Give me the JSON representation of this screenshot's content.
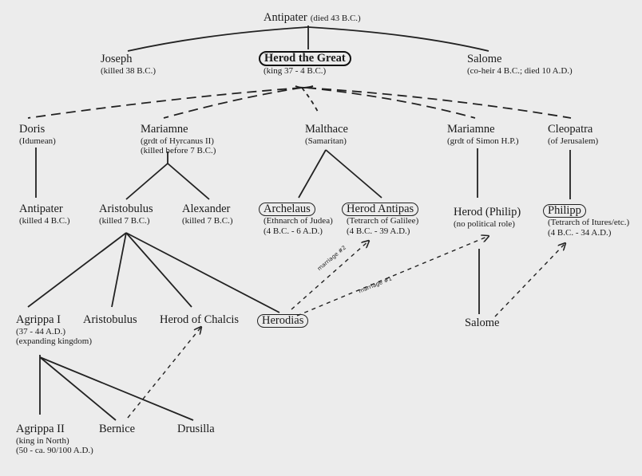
{
  "nodes": {
    "antipater_root": {
      "name": "Antipater",
      "detail": "(died 43 B.C.)"
    },
    "joseph": {
      "name": "Joseph",
      "detail": "(killed 38 B.C.)"
    },
    "herod_great": {
      "name": "Herod the Great",
      "detail": "(king 37 - 4 B.C.)"
    },
    "salome_elder": {
      "name": "Salome",
      "detail": "(co-heir 4 B.C.; died 10 A.D.)"
    },
    "doris": {
      "name": "Doris",
      "detail": "(Idumean)"
    },
    "mariamne1": {
      "name": "Mariamne",
      "detail1": "(grdt of Hyrcanus II)",
      "detail2": "(killed before 7 B.C.)"
    },
    "malthace": {
      "name": "Malthace",
      "detail": "(Samaritan)"
    },
    "mariamne2": {
      "name": "Mariamne",
      "detail": "(grdt of Simon H.P.)"
    },
    "cleopatra": {
      "name": "Cleopatra",
      "detail": "(of Jerusalem)"
    },
    "antipater_son": {
      "name": "Antipater",
      "detail": "(killed 4 B.C.)"
    },
    "aristobulus": {
      "name": "Aristobulus",
      "detail": "(killed 7 B.C.)"
    },
    "alexander": {
      "name": "Alexander",
      "detail": "(killed 7 B.C.)"
    },
    "archelaus": {
      "name": "Archelaus",
      "detail1": "(Ethnarch of Judea)",
      "detail2": "(4 B.C. - 6 A.D.)"
    },
    "herod_antipas": {
      "name": "Herod Antipas",
      "detail1": "(Tetrarch of Galilee)",
      "detail2": "(4 B.C. - 39 A.D.)"
    },
    "herod_philip": {
      "name": "Herod (Philip)",
      "detail": "(no political role)"
    },
    "philipp": {
      "name": "Philipp",
      "detail1": "(Tetrarch of Itures/etc.)",
      "detail2": "(4 B.C. - 34 A.D.)"
    },
    "agrippa1": {
      "name": "Agrippa I",
      "detail1": "(37 - 44 A.D.)",
      "detail2": "(expanding kingdom)"
    },
    "aristobulus2": {
      "name": "Aristobulus"
    },
    "herod_chalcis": {
      "name": "Herod of Chalcis"
    },
    "herodias": {
      "name": "Herodias"
    },
    "salome_younger": {
      "name": "Salome"
    },
    "agrippa2": {
      "name": "Agrippa II",
      "detail1": "(king in North)",
      "detail2": "(50 - ca. 90/100 A.D.)"
    },
    "bernice": {
      "name": "Bernice"
    },
    "drusilla": {
      "name": "Drusilla"
    }
  },
  "marriage_labels": {
    "first": "marriage #1",
    "second": "marriage #2"
  }
}
